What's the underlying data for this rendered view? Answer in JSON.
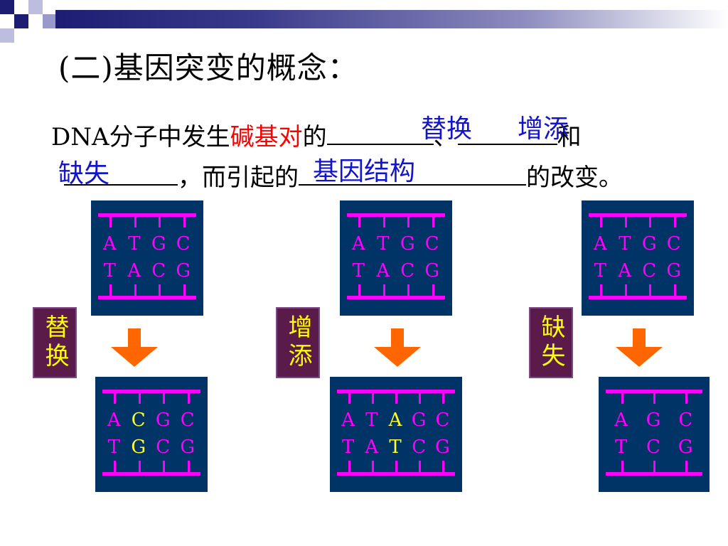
{
  "title": "(二)基因突变的概念：",
  "concept": {
    "line1_prefix": "DNA分子中发生",
    "line1_red": "碱基对",
    "line1_mid": "的",
    "sep": "、",
    "line1_end": "和",
    "line2_mid": "，而引起的",
    "line2_end": "的改变。"
  },
  "answers": {
    "a1": "替换",
    "a2": "增添",
    "a3": "缺失",
    "a4": "基因结构"
  },
  "labels": {
    "l1": "替换",
    "l2": "增添",
    "l3": "缺失"
  },
  "colors": {
    "panel": "#003366",
    "strand": "#ff00ff",
    "highlight": "#ffff33",
    "arrow": "#ff6600",
    "answer": "#1414c8",
    "emphasis": "#ff0000"
  },
  "diagrams": [
    {
      "type": "substitution",
      "before": {
        "top": [
          "A",
          "T",
          "G",
          "C"
        ],
        "bottom": [
          "T",
          "A",
          "C",
          "G"
        ]
      },
      "after": {
        "top": [
          "A",
          "C",
          "G",
          "C"
        ],
        "bottom": [
          "T",
          "G",
          "C",
          "G"
        ]
      }
    },
    {
      "type": "addition",
      "before": {
        "top": [
          "A",
          "T",
          "G",
          "C"
        ],
        "bottom": [
          "T",
          "A",
          "C",
          "G"
        ]
      },
      "after": {
        "top": [
          "A",
          "T",
          "A",
          "G",
          "C"
        ],
        "bottom": [
          "T",
          "A",
          "T",
          "C",
          "G"
        ]
      }
    },
    {
      "type": "deletion",
      "before": {
        "top": [
          "A",
          "T",
          "G",
          "C"
        ],
        "bottom": [
          "T",
          "A",
          "C",
          "G"
        ]
      },
      "after": {
        "top": [
          "A",
          "G",
          "C"
        ],
        "bottom": [
          "T",
          "C",
          "G"
        ]
      }
    }
  ]
}
